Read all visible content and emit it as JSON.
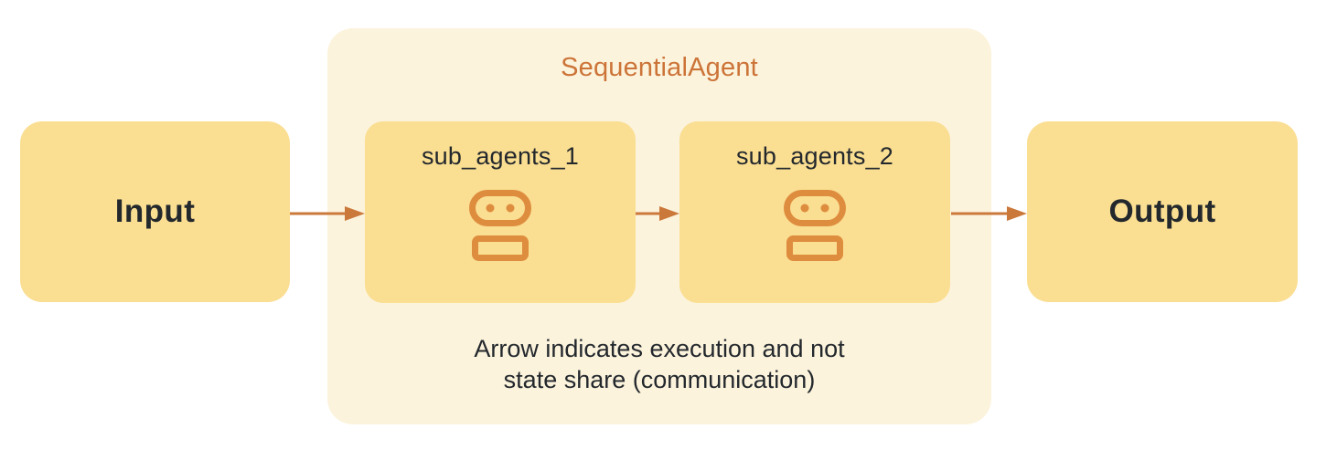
{
  "diagram": {
    "title": "SequentialAgent",
    "input_label": "Input",
    "output_label": "Output",
    "sub_agents": [
      {
        "label": "sub_agents_1",
        "icon": "robot-icon"
      },
      {
        "label": "sub_agents_2",
        "icon": "robot-icon"
      }
    ],
    "note": {
      "line1": "Arrow indicates execution and not",
      "line2": "state share (communication)"
    },
    "arrows": [
      {
        "from": "input",
        "to": "sub_agents_1"
      },
      {
        "from": "sub_agents_1",
        "to": "sub_agents_2"
      },
      {
        "from": "sub_agents_2",
        "to": "output"
      }
    ],
    "colors": {
      "background": "#ffffff",
      "node_fill": "#fade92",
      "container_fill": "#fcf3dc",
      "title_text": "#cc7438",
      "arrow": "#cb783b",
      "icon": "#de8c3e",
      "dark_text": "#23282d"
    }
  }
}
